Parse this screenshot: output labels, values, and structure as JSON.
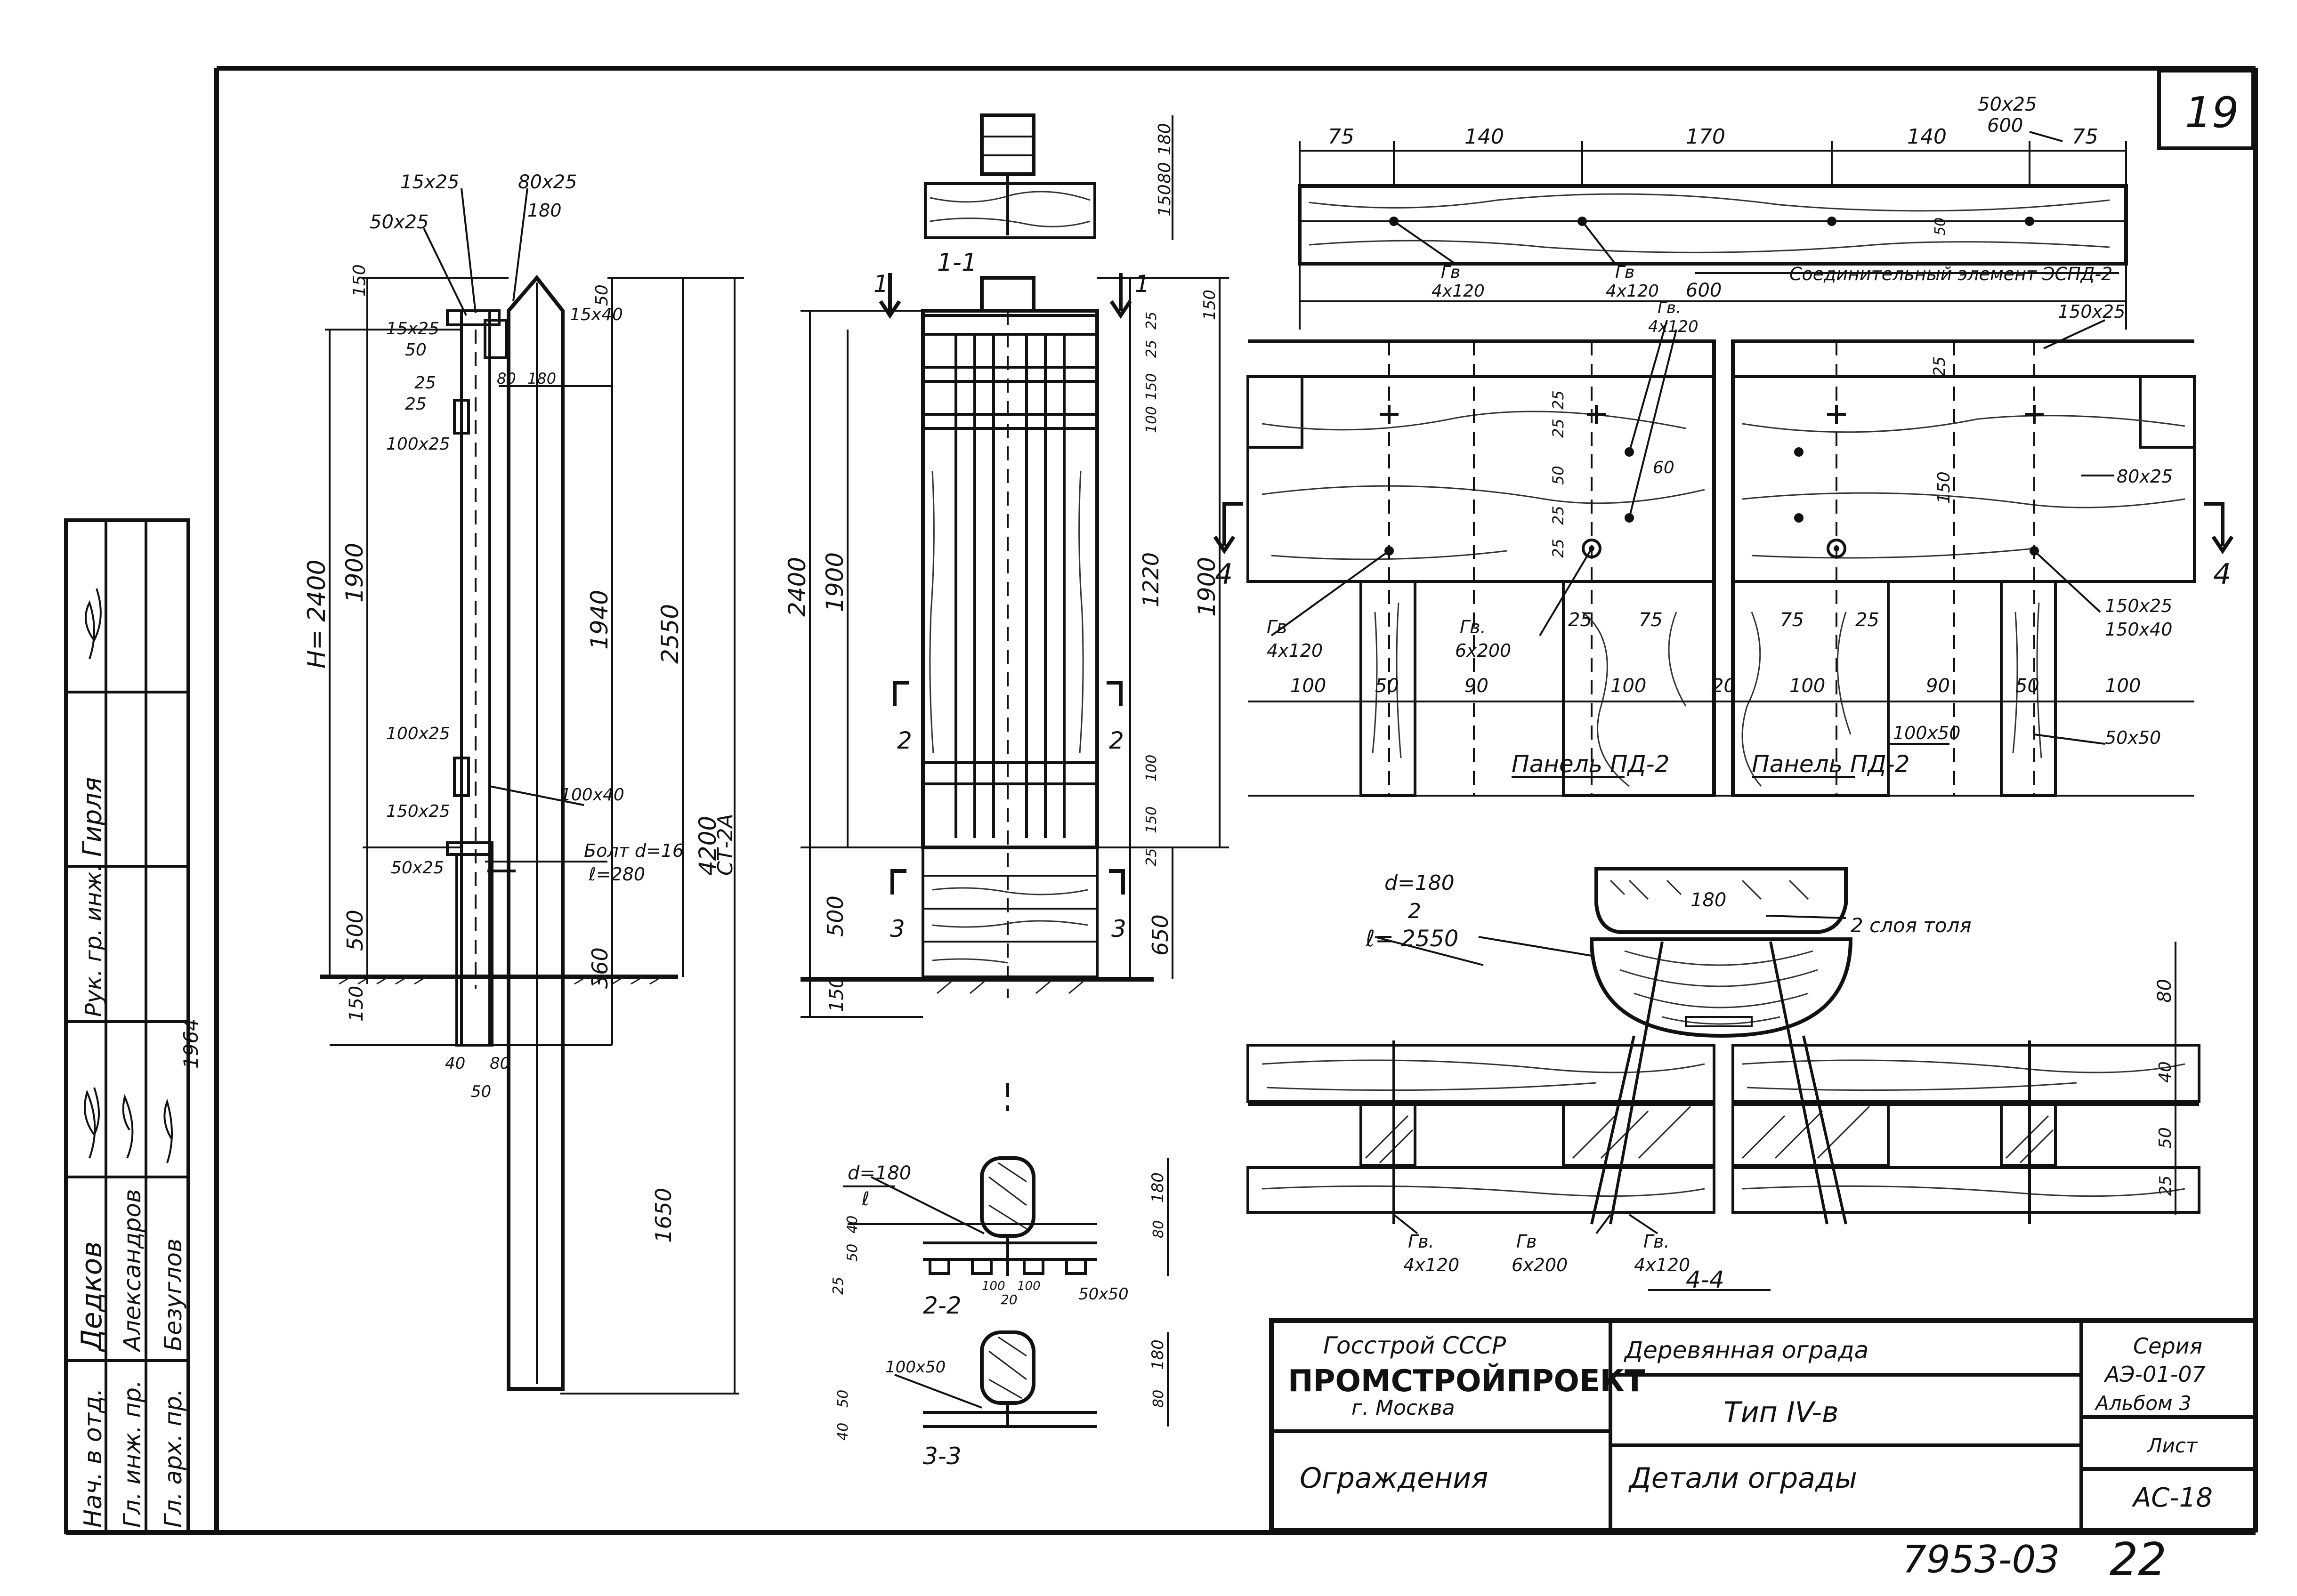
{
  "sheet": {
    "sheet_number": "19",
    "bottom_code": "7953-03",
    "bottom_page": "22"
  },
  "left_stamp": {
    "year": "1964",
    "rows": [
      {
        "role": "Нач. в отд.",
        "name": "Дедков"
      },
      {
        "role": "Гл. инж. пр.",
        "name": "Александров"
      },
      {
        "role": "Гл. арх. пр.",
        "name": "Безуглов"
      },
      {
        "role": "Рук. гр. инж.",
        "name": "Гирля"
      }
    ]
  },
  "title_block": {
    "org_line1": "Госстрой СССР",
    "org_line2": "ПРОМСТРОЙПРОЕКТ",
    "org_line3": "г. Москва",
    "project": "Деревянная ограда",
    "type": "Тип IV-в",
    "section": "Ограждения",
    "drawing_title": "Детали ограды",
    "series_label": "Серия",
    "series_value": "АЭ-01-07",
    "album": "Альбом 3",
    "sheet_label": "Лист",
    "sheet_value": "АС-18"
  },
  "side_view": {
    "labels": [
      "15х25",
      "50х25",
      "80х25",
      "180",
      "15х25",
      "15х40",
      "50",
      "25",
      "25",
      "100х25",
      "80",
      "180",
      "100х25",
      "100х40",
      "150х25",
      "50х25",
      "Болт d=16",
      "ℓ=280",
      "40",
      "80",
      "50"
    ],
    "dims": {
      "h": "Н= 2400",
      "d1900": "1900",
      "d1940": "1940",
      "d2550": "2550",
      "d4200": "4200",
      "ct": "СТ-2А",
      "d500": "500",
      "d360": "360",
      "d150": "150",
      "d1650": "1650",
      "d50top": "50",
      "d150top": "150"
    }
  },
  "front_view": {
    "section_11": "1-1",
    "marks": {
      "s1": "1",
      "s2": "2",
      "s3": "3"
    },
    "dims_left": {
      "d2400": "2400",
      "d1900": "1900",
      "d500": "500",
      "d150": "150"
    },
    "dims_right": [
      "150",
      "25",
      "25",
      "150",
      "100",
      "1220",
      "100",
      "150",
      "25",
      "650",
      "1900"
    ],
    "top_dims": [
      "180",
      "80",
      "150"
    ]
  },
  "section_22": {
    "label": "2-2",
    "d_note": "d=180",
    "l_note": "ℓ",
    "dims": [
      "180",
      "80",
      "50",
      "40",
      "25",
      "100",
      "20",
      "100",
      "50х50"
    ]
  },
  "section_33": {
    "label": "3-3",
    "board": "100х50",
    "dims": [
      "180",
      "80",
      "50",
      "40"
    ]
  },
  "top_detail": {
    "dims": [
      "75",
      "140",
      "170",
      "140",
      "75"
    ],
    "bar_note": "50х25",
    "bar_len": "600",
    "gv1": "Гв",
    "gv1_size": "4х120",
    "gv2": "Гв",
    "gv2_size": "4х120",
    "gv2_len": "600",
    "gv3": "Гв.",
    "gv3_size": "4х120",
    "connector": "Соединительный элемент ЭСПД-2",
    "d50": "50",
    "label_150x25": "150х25",
    "d25": "25",
    "d60": "60",
    "d150": "150",
    "label_80x25": "80х25",
    "gv4": "Гв",
    "gv4_size": "4х120",
    "gv5": "Гв.",
    "gv5_size": "6х200",
    "d25b": "25",
    "d75a": "75",
    "d75b": "75",
    "d25c": "25",
    "label_150x25b": "150х25",
    "label_150x40": "150х40",
    "d100a": "100",
    "d50a": "50",
    "d90a": "90",
    "d100b": "100",
    "d20": "20",
    "d100c": "100",
    "d90b": "90",
    "d50b": "50",
    "d100d": "100",
    "panel1": "Панель ПД-2",
    "panel2": "Панель ПД-2",
    "label_100x50": "100х50",
    "label_50x50": "50х50",
    "section_mark": "4",
    "left_dims": [
      "25",
      "25",
      "50",
      "25",
      "25"
    ]
  },
  "section_44": {
    "d_note": "d=180",
    "two": "2",
    "l_note": "ℓ= 2550",
    "inner": "180",
    "tar": "2 слоя толя",
    "label": "4-4",
    "dims": [
      "80",
      "40",
      "50",
      "25"
    ],
    "gv1": "Гв.",
    "gv1_size": "4х120",
    "gv2": "Гв",
    "gv2_size": "6х200",
    "gv3": "Гв.",
    "gv3_size": "4х120"
  }
}
